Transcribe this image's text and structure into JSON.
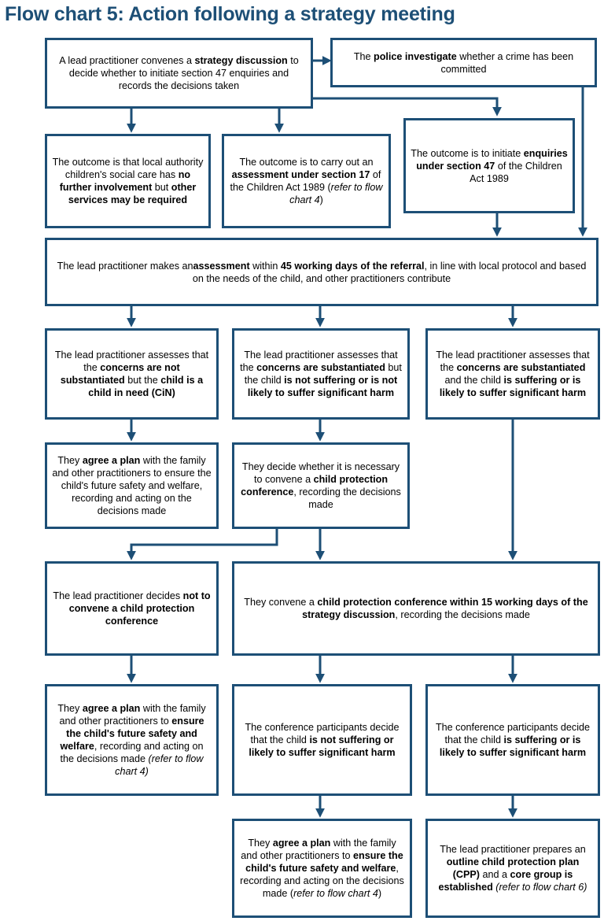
{
  "title": "Flow chart 5: Action following a strategy meeting",
  "colors": {
    "primary": "#1d4f76"
  },
  "boxes": {
    "strategy": [
      [
        "A lead practitioner convenes a ",
        false
      ],
      [
        "strategy discussion",
        true
      ],
      [
        " to decide whether to initiate section 47 enquiries and records the decisions taken",
        false
      ]
    ],
    "police": [
      [
        "The ",
        false
      ],
      [
        "police investigate",
        true
      ],
      [
        " whether a crime has been committed",
        false
      ]
    ],
    "no_further": [
      [
        "The outcome is that local authority children's social care has ",
        false
      ],
      [
        "no further involvement",
        true
      ],
      [
        " but ",
        false
      ],
      [
        "other services may be required",
        true
      ]
    ],
    "section17": [
      [
        "The outcome is to carry out an ",
        false
      ],
      [
        "assessment under section 17",
        true
      ],
      [
        " of the Children Act 1989 (",
        false
      ],
      [
        "refer to flow chart 4",
        false,
        true
      ],
      [
        ")",
        false
      ]
    ],
    "section47": [
      [
        "The outcome is to initiate ",
        false
      ],
      [
        "enquiries under section 47",
        true
      ],
      [
        " of the Children Act 1989",
        false
      ]
    ],
    "assessment": [
      [
        "The lead practitioner makes an",
        false
      ],
      [
        "assessment",
        true
      ],
      [
        " within ",
        false
      ],
      [
        "45 working days of the referral",
        true
      ],
      [
        ", in line with local protocol and based on the needs of the child, and other practitioners contribute",
        false
      ]
    ],
    "not_substantiated": [
      [
        "The lead practitioner assesses that the ",
        false
      ],
      [
        "concerns are not substantiated",
        true
      ],
      [
        " but the ",
        false
      ],
      [
        "child is a child in need (CiN)",
        true
      ]
    ],
    "substantiated_not_suffering": [
      [
        "The lead practitioner assesses that the ",
        false
      ],
      [
        "concerns are substantiated",
        true
      ],
      [
        " but the child ",
        false
      ],
      [
        "is not suffering or is not likely to suffer significant harm",
        true
      ]
    ],
    "substantiated_suffering": [
      [
        "The lead practitioner assesses that the ",
        false
      ],
      [
        "concerns are substantiated",
        true
      ],
      [
        " and the child ",
        false
      ],
      [
        "is suffering or is likely to suffer significant harm",
        true
      ]
    ],
    "agree_plan_cin": [
      [
        "They ",
        false
      ],
      [
        "agree a plan",
        true
      ],
      [
        " with the family and other practitioners to ensure the child's future safety and welfare, recording and acting on the decisions made",
        false
      ]
    ],
    "decide_convene": [
      [
        "They decide whether it is necessary to convene a ",
        false
      ],
      [
        "child protection conference",
        true
      ],
      [
        ", recording the decisions made",
        false
      ]
    ],
    "not_convene": [
      [
        "The lead practitioner decides ",
        false
      ],
      [
        "not to convene a child protection conference",
        true
      ]
    ],
    "convene": [
      [
        "They convene a ",
        false
      ],
      [
        "child protection conference within 15 working days of the strategy discussion",
        true
      ],
      [
        ", recording the decisions made",
        false
      ]
    ],
    "agree_plan_2": [
      [
        "They ",
        false
      ],
      [
        "agree a plan",
        true
      ],
      [
        " with the family and other practitioners to ",
        false
      ],
      [
        "ensure the child's future safety and welfare",
        true
      ],
      [
        ", recording and acting on the decisions made ",
        false
      ],
      [
        "(refer to flow chart 4)",
        false,
        true
      ]
    ],
    "conf_not_suffering": [
      [
        "The conference participants decide that the child ",
        false
      ],
      [
        "is not suffering or likely to suffer significant harm",
        true
      ]
    ],
    "conf_suffering": [
      [
        "The conference participants decide that the child ",
        false
      ],
      [
        "is suffering or is likely to suffer significant harm",
        true
      ]
    ],
    "agree_plan_3": [
      [
        "They ",
        false
      ],
      [
        "agree a plan",
        true
      ],
      [
        " with the family and other practitioners to ",
        false
      ],
      [
        "ensure the child's future safety and welfare",
        true
      ],
      [
        ", recording and acting on the decisions made (",
        false
      ],
      [
        "refer to flow chart 4",
        false,
        true
      ],
      [
        ")",
        false
      ]
    ],
    "cpp": [
      [
        "The lead practitioner prepares an ",
        false
      ],
      [
        "outline child protection plan (CPP)",
        true
      ],
      [
        " and a ",
        false
      ],
      [
        "core group is established",
        true
      ],
      [
        " ",
        false
      ],
      [
        "(refer to flow chart 6)",
        false,
        true
      ]
    ]
  }
}
